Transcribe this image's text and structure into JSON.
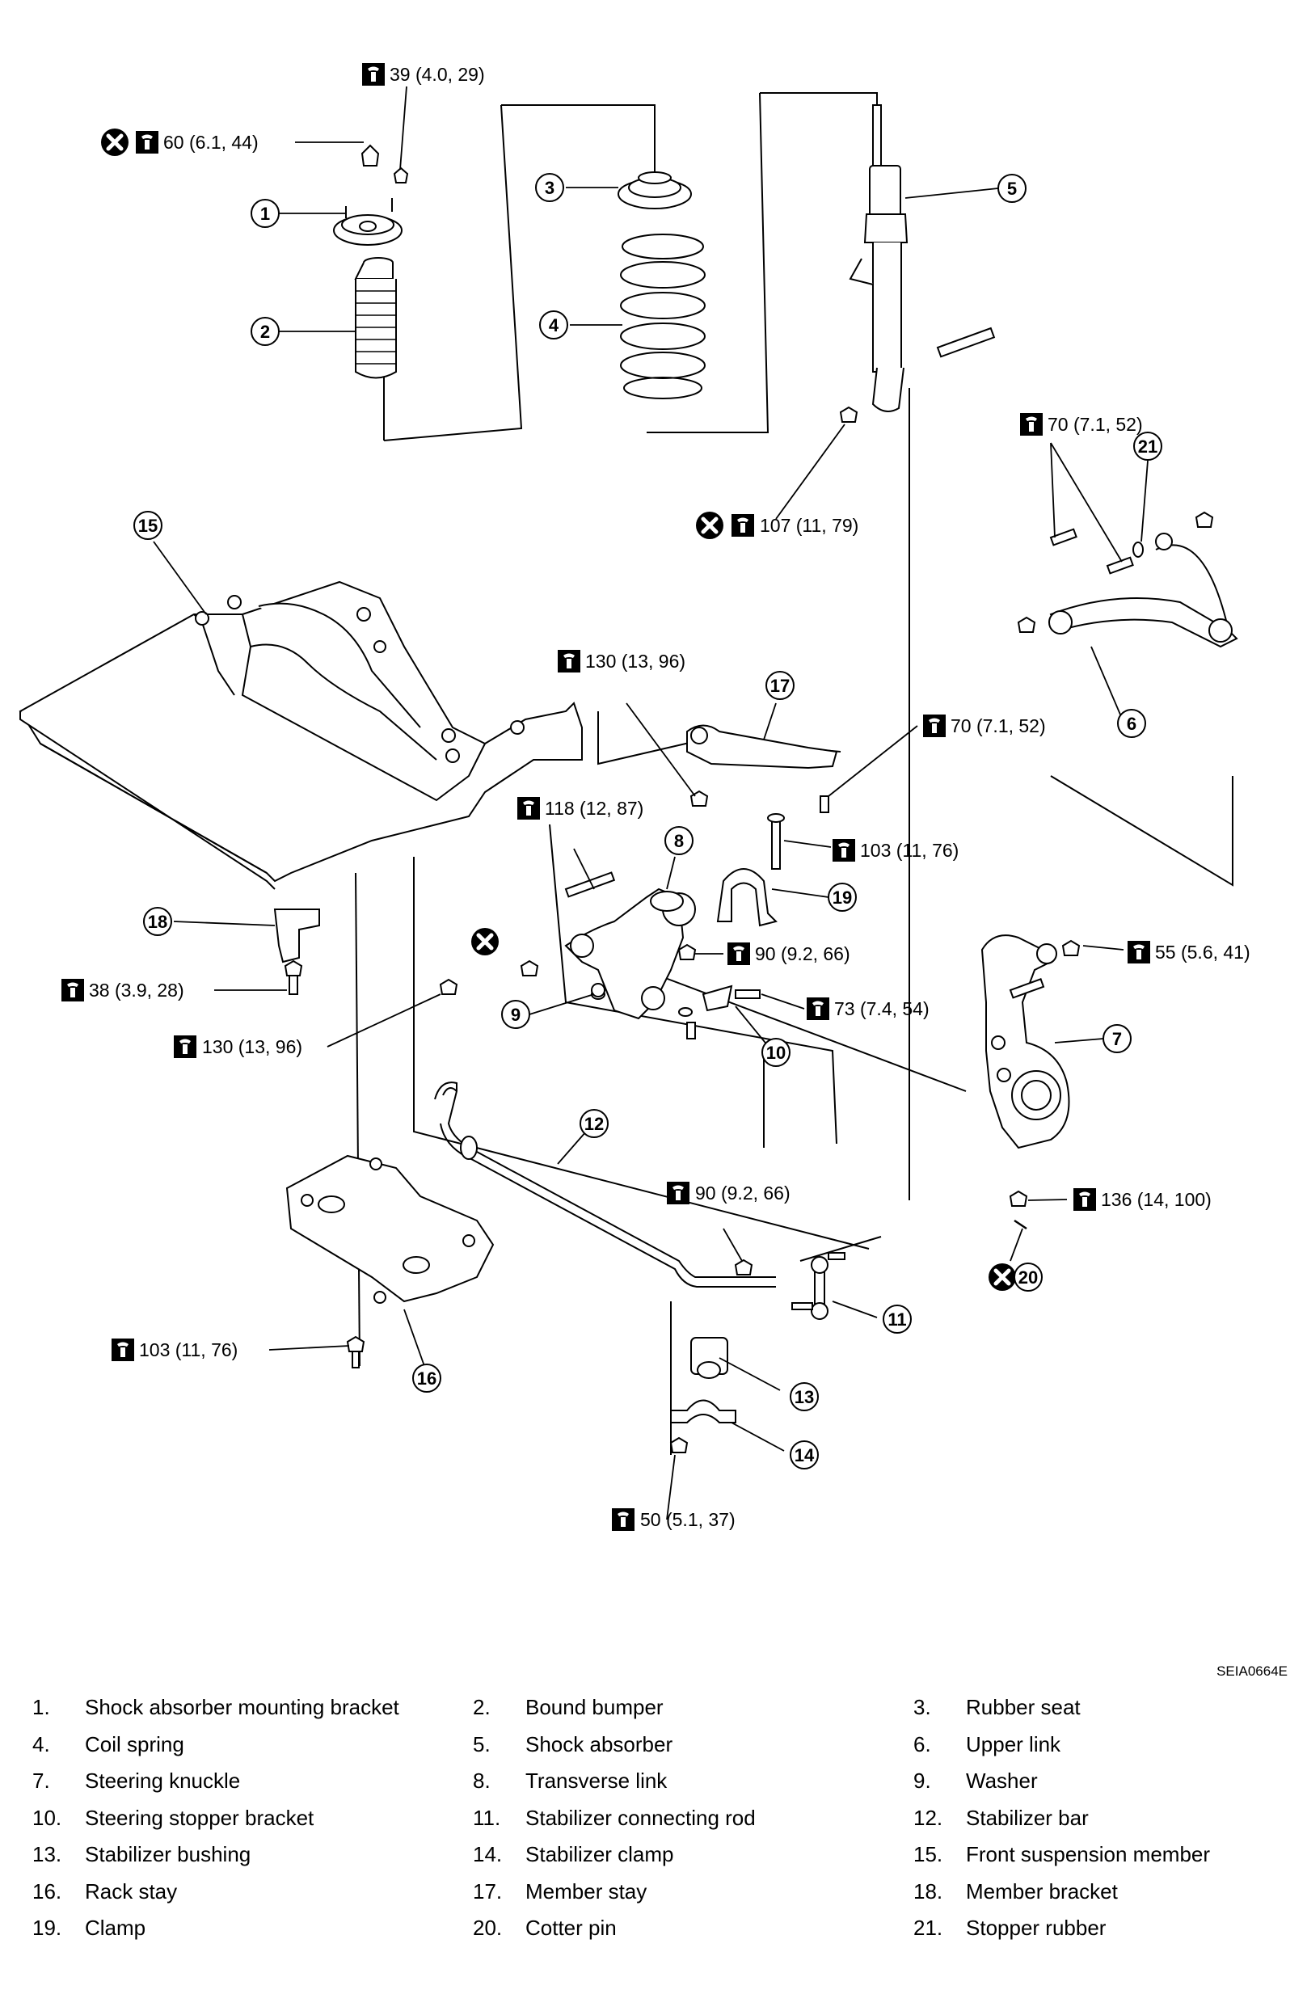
{
  "figure_code": "SEIA0664E",
  "torque_specs": {
    "t39": "39 (4.0, 29)",
    "t60": "60 (6.1, 44)",
    "t107": "107 (11, 79)",
    "t70_upper": "70 (7.1, 52)",
    "t130_stay": "130 (13, 96)",
    "t70_stay": "70 (7.1, 52)",
    "t118": "118 (12, 87)",
    "t103_clamp": "103 (11, 76)",
    "t55": "55 (5.6, 41)",
    "t90_link": "90 (9.2, 66)",
    "t73": "73 (7.4, 54)",
    "t38": "38 (3.9, 28)",
    "t130_member": "130 (13, 96)",
    "t136": "136 (14, 100)",
    "t90_rod": "90 (9.2, 66)",
    "t103_rack": "103 (11, 76)",
    "t50": "50 (5.1, 37)"
  },
  "callouts": {
    "c1": "1",
    "c2": "2",
    "c3": "3",
    "c4": "4",
    "c5": "5",
    "c6": "6",
    "c7": "7",
    "c8": "8",
    "c9": "9",
    "c10": "10",
    "c11": "11",
    "c12": "12",
    "c13": "13",
    "c14": "14",
    "c15": "15",
    "c16": "16",
    "c17": "17",
    "c18": "18",
    "c19": "19",
    "c20": "20",
    "c21": "21"
  },
  "legend_rows": [
    [
      {
        "num": "1.",
        "label": "Shock absorber mounting bracket"
      },
      {
        "num": "2.",
        "label": "Bound bumper"
      },
      {
        "num": "3.",
        "label": "Rubber seat"
      }
    ],
    [
      {
        "num": "4.",
        "label": "Coil spring"
      },
      {
        "num": "5.",
        "label": "Shock absorber"
      },
      {
        "num": "6.",
        "label": "Upper link"
      }
    ],
    [
      {
        "num": "7.",
        "label": "Steering knuckle"
      },
      {
        "num": "8.",
        "label": "Transverse link"
      },
      {
        "num": "9.",
        "label": "Washer"
      }
    ],
    [
      {
        "num": "10.",
        "label": "Steering stopper bracket"
      },
      {
        "num": "11.",
        "label": "Stabilizer connecting rod"
      },
      {
        "num": "12.",
        "label": "Stabilizer bar"
      }
    ],
    [
      {
        "num": "13.",
        "label": "Stabilizer bushing"
      },
      {
        "num": "14.",
        "label": "Stabilizer clamp"
      },
      {
        "num": "15.",
        "label": "Front suspension member"
      }
    ],
    [
      {
        "num": "16.",
        "label": "Rack stay"
      },
      {
        "num": "17.",
        "label": "Member stay"
      },
      {
        "num": "18.",
        "label": "Member bracket"
      }
    ],
    [
      {
        "num": "19.",
        "label": "Clamp"
      },
      {
        "num": "20.",
        "label": "Cotter pin"
      },
      {
        "num": "21.",
        "label": "Stopper rubber"
      }
    ]
  ]
}
